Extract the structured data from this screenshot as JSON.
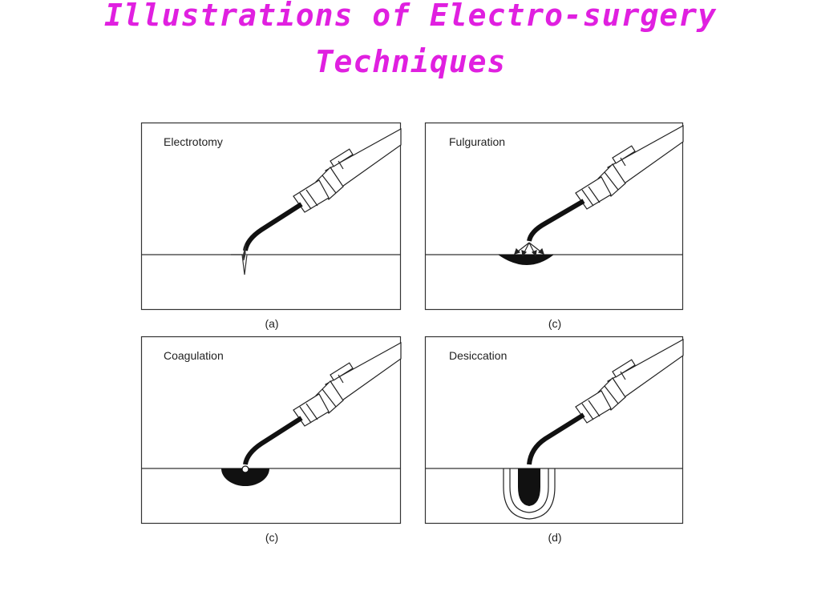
{
  "title": {
    "line1": "Illustrations of Electro-surgery",
    "line2": "Techniques",
    "color": "#e020e0"
  },
  "panels": [
    {
      "label": "Electrotomy",
      "caption": "(a)"
    },
    {
      "label": "Fulguration",
      "caption": "(c)"
    },
    {
      "label": "Coagulation",
      "caption": "(c)"
    },
    {
      "label": "Desiccation",
      "caption": "(d)"
    }
  ]
}
